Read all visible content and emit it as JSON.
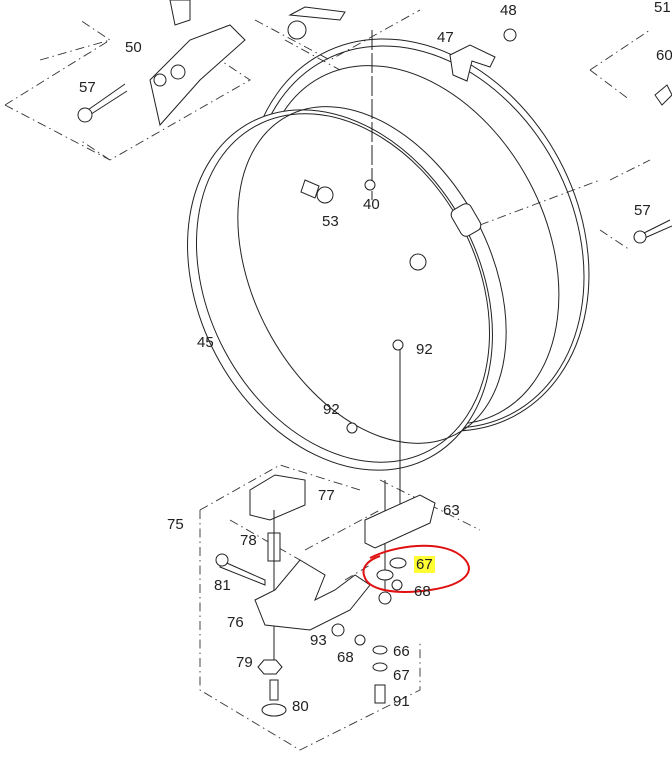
{
  "diagram": {
    "title": "Drum assembly exploded parts diagram",
    "labels": {
      "l50": "50",
      "l57a": "57",
      "l48": "48",
      "l47": "47",
      "l51": "51",
      "l60": "60",
      "l53": "53",
      "l40": "40",
      "l57b": "57",
      "l45": "45",
      "l92a": "92",
      "l92b": "92",
      "l77": "77",
      "l63": "63",
      "l75": "75",
      "l78": "78",
      "l81": "81",
      "l67a": "67",
      "l68a": "68",
      "l76": "76",
      "l93": "93",
      "l68b": "68",
      "l66": "66",
      "l67b": "67",
      "l79": "79",
      "l91": "91",
      "l80": "80"
    },
    "annotation": {
      "circle_color": "#e01010",
      "highlight_color": "#ffff33",
      "highlighted_part": "67"
    }
  }
}
